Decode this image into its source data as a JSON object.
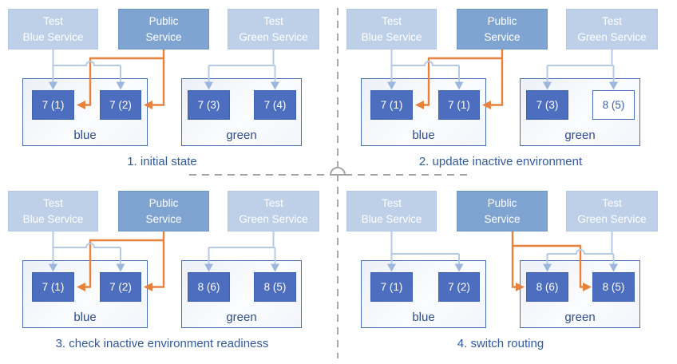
{
  "colors": {
    "accent_orange": "#E8813B",
    "test_route_blue": "#B5CAE6",
    "service_light_fill": "#BDD0E8",
    "service_public_fill": "#7FA4D1",
    "pod_fill": "#4D6DBE",
    "environment_border": "#4A6FB5",
    "environment_label_text": "#2C4C8E",
    "caption_text": "#2F5AA2",
    "divider_gray": "#A6A6A6"
  },
  "panels": [
    {
      "caption": "1. initial state",
      "services": [
        {
          "line1": "Test",
          "line2": "Blue Service"
        },
        {
          "line1": "Public",
          "line2": "Service"
        },
        {
          "line1": "Test",
          "line2": "Green Service"
        }
      ],
      "environments": [
        {
          "name": "blue",
          "pods": [
            "7 (1)",
            "7 (2)"
          ]
        },
        {
          "name": "green",
          "pods": [
            "7 (3)",
            "7 (4)"
          ]
        }
      ]
    },
    {
      "caption": "2. update inactive environment",
      "services": [
        {
          "line1": "Test",
          "line2": "Blue Service"
        },
        {
          "line1": "Public",
          "line2": "Service"
        },
        {
          "line1": "Test",
          "line2": "Green Service"
        }
      ],
      "environments": [
        {
          "name": "blue",
          "pods": [
            "7 (1)",
            "7 (1)"
          ]
        },
        {
          "name": "green",
          "pods": [
            "7 (3)",
            "8 (5)"
          ]
        }
      ]
    },
    {
      "caption": "3. check inactive environment readiness",
      "services": [
        {
          "line1": "Test",
          "line2": "Blue Service"
        },
        {
          "line1": "Public",
          "line2": "Service"
        },
        {
          "line1": "Test",
          "line2": "Green Service"
        }
      ],
      "environments": [
        {
          "name": "blue",
          "pods": [
            "7 (1)",
            "7 (2)"
          ]
        },
        {
          "name": "green",
          "pods": [
            "8 (6)",
            "8 (5)"
          ]
        }
      ]
    },
    {
      "caption": "4. switch routing",
      "services": [
        {
          "line1": "Test",
          "line2": "Blue Service"
        },
        {
          "line1": "Public",
          "line2": "Service"
        },
        {
          "line1": "Test",
          "line2": "Green Service"
        }
      ],
      "environments": [
        {
          "name": "blue",
          "pods": [
            "7 (1)",
            "7 (2)"
          ]
        },
        {
          "name": "green",
          "pods": [
            "8 (6)",
            "8 (5)"
          ]
        }
      ]
    }
  ]
}
